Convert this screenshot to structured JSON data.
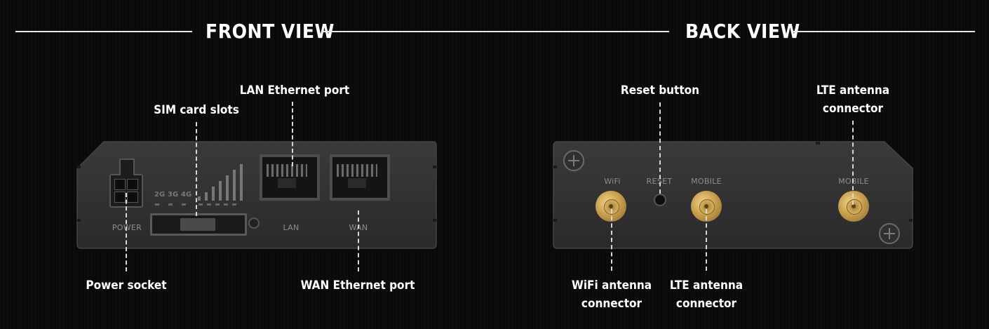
{
  "front": {
    "title": "FRONT VIEW",
    "labels": {
      "lan": "LAN Ethernet port",
      "sim": "SIM card slots",
      "power": "Power socket",
      "wan": "WAN Ethernet port"
    },
    "silkscreen": {
      "power": "POWER",
      "lan": "LAN",
      "wan": "WAN",
      "led_2g": "2G",
      "led_3g": "3G",
      "led_4g": "4G"
    }
  },
  "back": {
    "title": "BACK VIEW",
    "labels": {
      "reset": "Reset button",
      "lte_top_line1": "LTE antenna",
      "lte_top_line2": "connector",
      "wifi_line1": "WiFi antenna",
      "wifi_line2": "connector",
      "lte_bottom_line1": "LTE antenna",
      "lte_bottom_line2": "connector"
    },
    "silkscreen": {
      "wifi": "WiFi",
      "reset": "RESET",
      "mobile_1": "MOBILE",
      "mobile_2": "MOBILE"
    }
  },
  "colors": {
    "background": "#0a0a0a",
    "device_body": "#333333",
    "connector_gold": "#c9a04e",
    "text": "#ffffff"
  }
}
